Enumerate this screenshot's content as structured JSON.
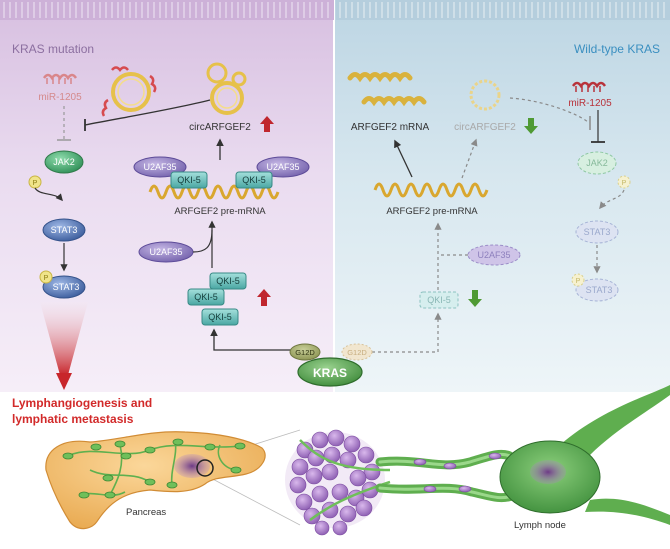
{
  "panels": {
    "left_title": "KRAS mutation",
    "right_title": "Wild-type KRAS"
  },
  "left": {
    "mir": "miR-1205",
    "circ": "circARFGEF2",
    "jak2": "JAK2",
    "p": "P",
    "stat3": "STAT3",
    "stat3_p": "STAT3",
    "u2af35": "U2AF35",
    "qki5": "QKI-5",
    "pre_mrna": "ARFGEF2 pre-mRNA",
    "g12d": "G12D"
  },
  "center": {
    "kras": "KRAS"
  },
  "right": {
    "mrna": "ARFGEF2 mRNA",
    "circ": "circARFGEF2",
    "mir": "miR-1205",
    "pre_mrna": "ARFGEF2 pre-mRNA",
    "u2af35": "U2AF35",
    "qki5": "QKI-5",
    "jak2": "JAK2",
    "p": "P",
    "stat3": "STAT3",
    "stat3_p": "STAT3",
    "g12d": "G12D"
  },
  "outcome": {
    "line1": "Lymphangiogenesis and",
    "line2": "lymphatic metastasis"
  },
  "anatomy": {
    "pancreas": "Pancreas",
    "lymph_node": "Lymph node"
  },
  "colors": {
    "left_bg": "#e5d3ea",
    "right_bg": "#d2e3ec",
    "jak_green": "#3ea86b",
    "stat_blue": "#4a6fb0",
    "u2af_purple": "#8e7bbf",
    "qki_teal": "#5fb9b5",
    "kras_green": "#4a9a4a",
    "up_arrow": "#c0262e",
    "down_arrow": "#4f9a34",
    "outcome_red": "#d22a2a"
  }
}
